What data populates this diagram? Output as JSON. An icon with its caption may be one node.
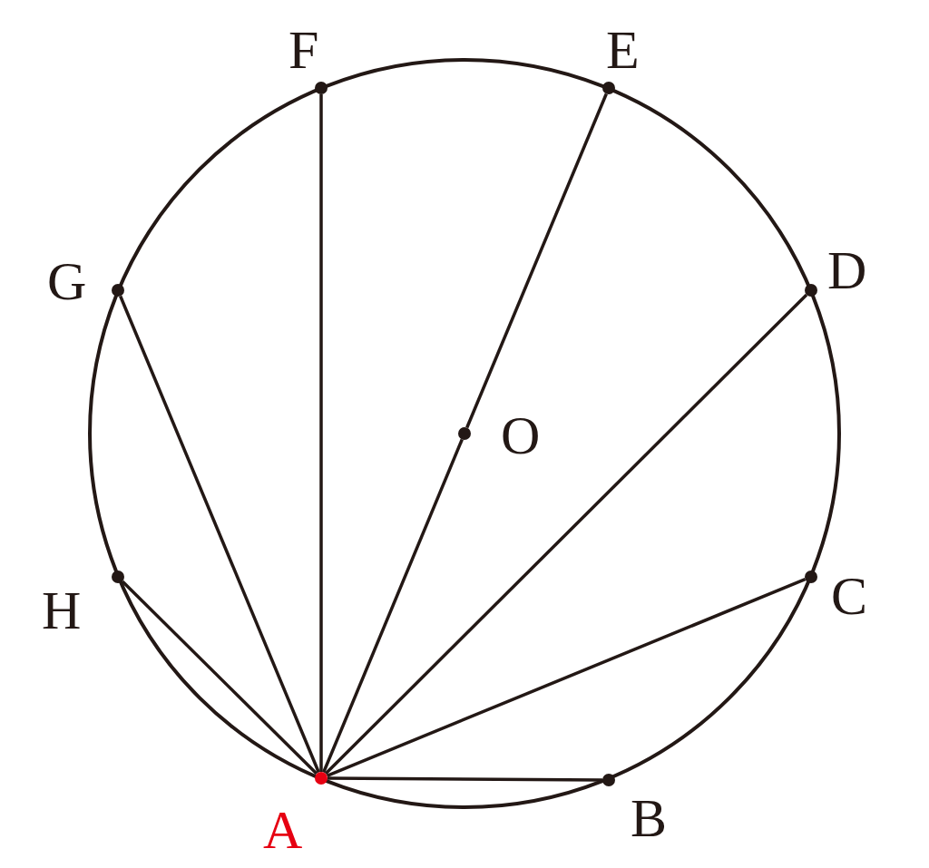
{
  "diagram": {
    "nodes": [
      {
        "text": [
          "A"
        ]
      },
      {
        "text": [
          "B"
        ]
      },
      {
        "text": [
          "C"
        ]
      },
      {
        "text": [
          "D"
        ]
      },
      {
        "text": [
          "E"
        ]
      },
      {
        "text": [
          "F"
        ]
      },
      {
        "text": [
          "G"
        ]
      },
      {
        "text": [
          "H"
        ]
      },
      {
        "text": [
          "O"
        ]
      }
    ],
    "edges": [
      {
        "from": 0,
        "to": 1,
        "arrow": "none"
      },
      {
        "from": 0,
        "to": 2,
        "arrow": "none"
      },
      {
        "from": 0,
        "to": 3,
        "arrow": "none"
      },
      {
        "from": 0,
        "to": 8,
        "arrow": "none"
      },
      {
        "from": 8,
        "to": 4,
        "arrow": "none"
      },
      {
        "from": 0,
        "to": 5,
        "arrow": "none"
      },
      {
        "from": 0,
        "to": 6,
        "arrow": "none"
      },
      {
        "from": 0,
        "to": 7,
        "arrow": "none"
      }
    ]
  }
}
